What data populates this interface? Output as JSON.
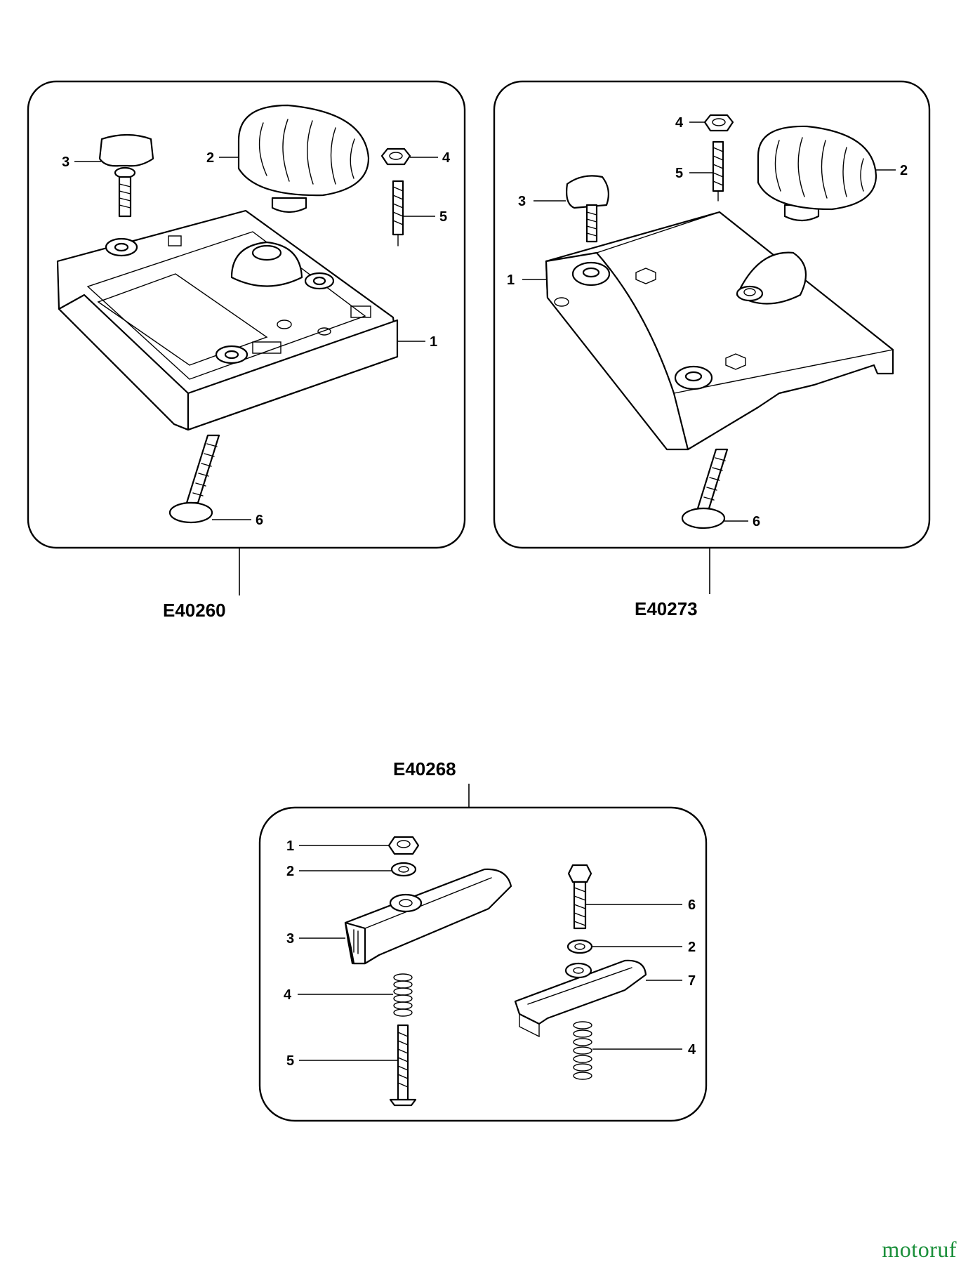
{
  "assemblies": [
    {
      "code": "E40260",
      "callouts": [
        {
          "label": "3"
        },
        {
          "label": "2"
        },
        {
          "label": "4"
        },
        {
          "label": "5"
        },
        {
          "label": "1"
        },
        {
          "label": "6"
        }
      ]
    },
    {
      "code": "E40273",
      "callouts": [
        {
          "label": "4"
        },
        {
          "label": "5"
        },
        {
          "label": "2"
        },
        {
          "label": "3"
        },
        {
          "label": "1"
        },
        {
          "label": "6"
        }
      ]
    },
    {
      "code": "E40268",
      "callouts": [
        {
          "label": "1"
        },
        {
          "label": "2"
        },
        {
          "label": "3"
        },
        {
          "label": "4"
        },
        {
          "label": "5"
        },
        {
          "label": "6"
        },
        {
          "label": "2"
        },
        {
          "label": "7"
        },
        {
          "label": "4"
        }
      ]
    }
  ],
  "watermark": "motoruf"
}
